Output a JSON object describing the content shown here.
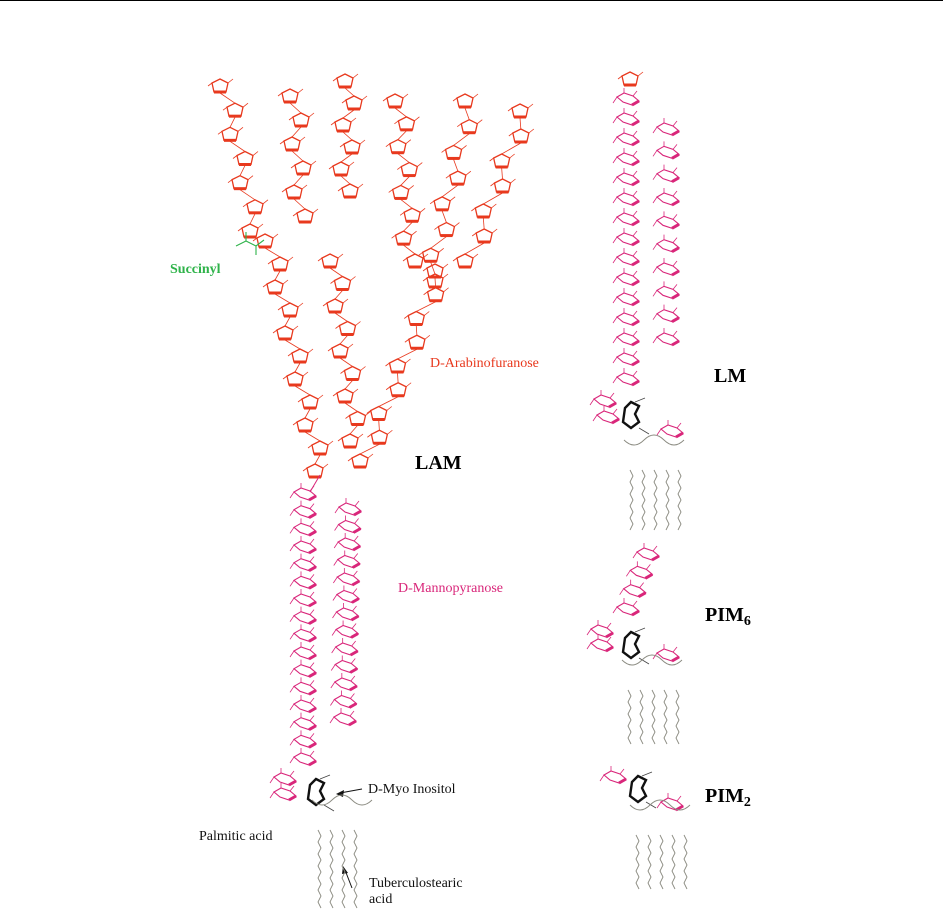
{
  "colors": {
    "arabinose": "#e8391e",
    "mannose": "#d9267a",
    "succinyl": "#2fb34a",
    "inositol": "#111111",
    "lipid": "#8a8a80"
  },
  "labels": {
    "succinyl": "Succinyl",
    "arabinofuranose_prefix": "D",
    "arabinofuranose": "-Arabinofuranose",
    "lam": "LAM",
    "mannopyranose_prefix": "D",
    "mannopyranose": "-Mannopyranose",
    "myo_inositol_prefix": "D",
    "myo_inositol": "-Myo Inositol",
    "palmitic_acid": "Palmitic acid",
    "tuberculostearic_line1": "Tuberculostearic",
    "tuberculostearic_line2": "acid",
    "lm": "LM",
    "pim6_base": "PIM",
    "pim6_sub": "6",
    "pim2_base": "PIM",
    "pim2_sub": "2"
  }
}
